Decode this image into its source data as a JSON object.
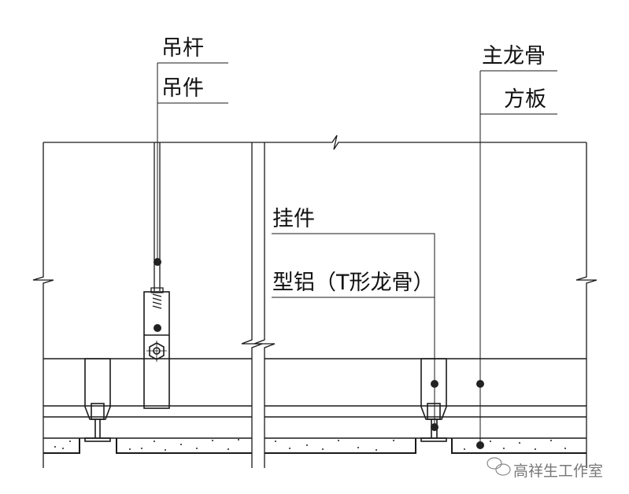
{
  "labels": {
    "hanger_rod": "吊杆",
    "hanger_fitting": "吊件",
    "main_keel": "主龙骨",
    "square_panel": "方板",
    "clip": "挂件",
    "t_profile": "型铝（T形龙骨）"
  },
  "watermark": "高祥生工作室",
  "colors": {
    "line": "#1a1a1a",
    "watermark": "#777777"
  }
}
